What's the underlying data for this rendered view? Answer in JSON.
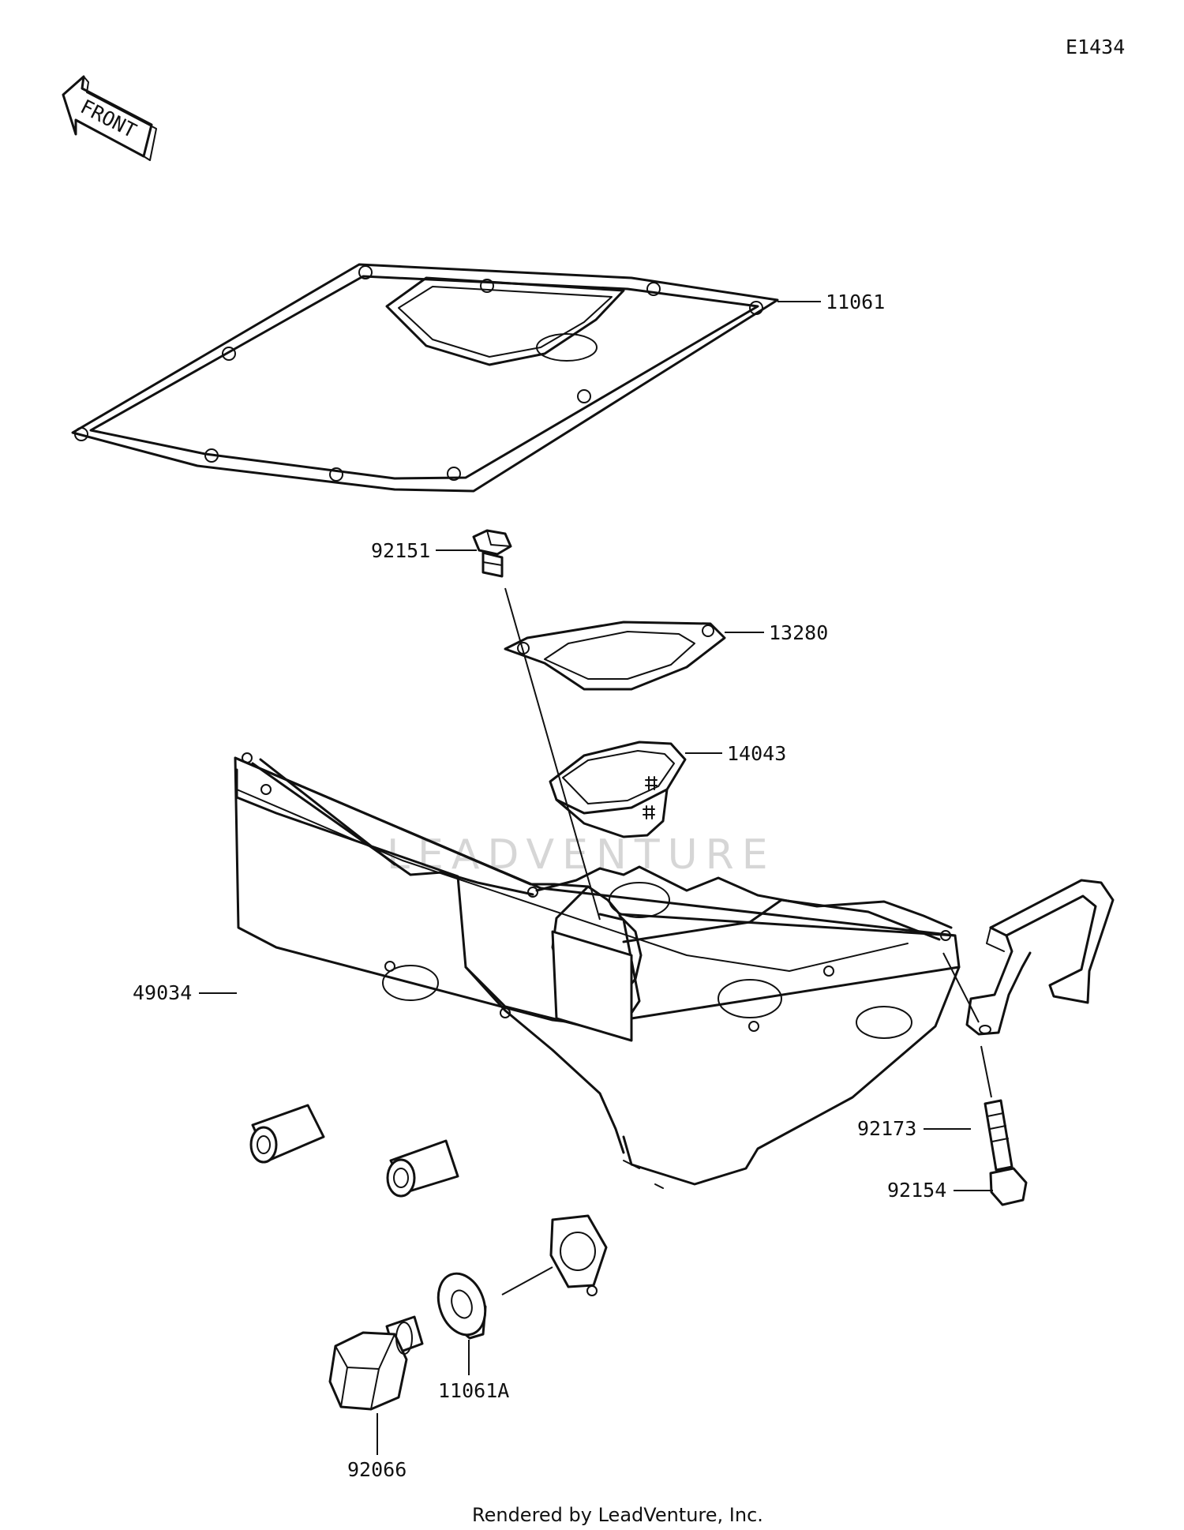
{
  "diagram_code": "E1434",
  "front_label": "FRONT",
  "watermark": "LEADVENTURE",
  "footer": "Rendered by LeadVenture, Inc.",
  "parts": [
    {
      "id": "gasket",
      "number": "11061"
    },
    {
      "id": "bolt-top",
      "number": "92151"
    },
    {
      "id": "strainer-gasket",
      "number": "13280"
    },
    {
      "id": "oil-strainer",
      "number": "14043"
    },
    {
      "id": "oil-pan",
      "number": "49034"
    },
    {
      "id": "clamp",
      "number": "92173"
    },
    {
      "id": "bolt-clamp",
      "number": "92154"
    },
    {
      "id": "washer",
      "number": "11061A"
    },
    {
      "id": "drain-plug",
      "number": "92066"
    }
  ]
}
